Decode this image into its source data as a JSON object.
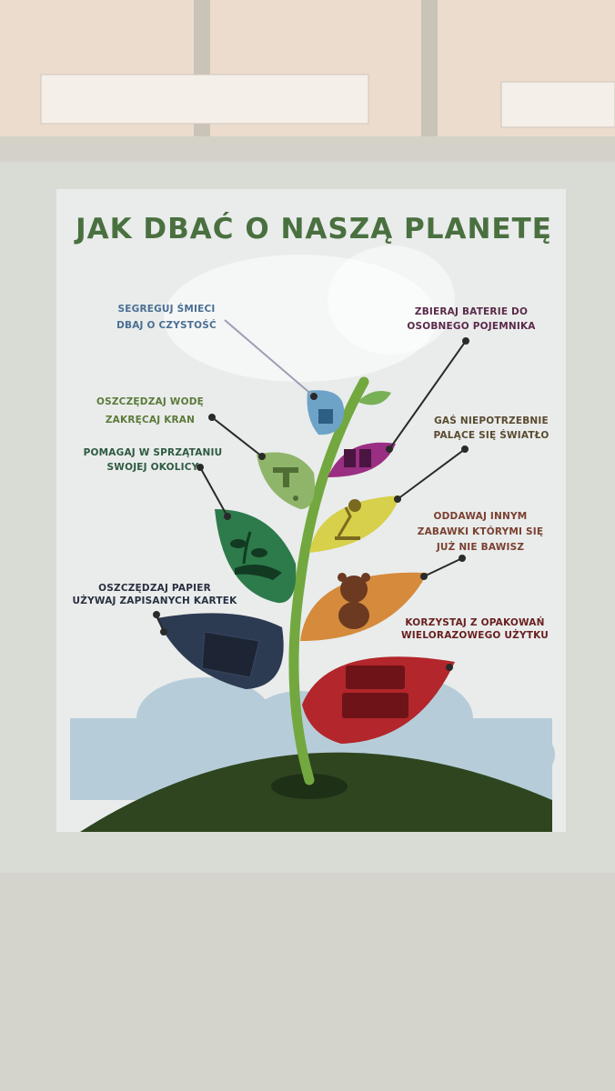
{
  "poster": {
    "title": "JAK DBAĆ O NASZĄ PLANETĘ",
    "tips": [
      {
        "line1": "SEGREGUJ ŚMIECI",
        "line2": "DBAJ O CZYSTOŚĆ",
        "icon": "trash-bin-icon",
        "color": "#4a6f93"
      },
      {
        "line1": "ZBIERAJ BATERIE DO",
        "line2": "OSOBNEGO POJEMNIKA",
        "icon": "battery-icon",
        "color": "#5a2a4a"
      },
      {
        "line1": "OSZCZĘDZAJ WODĘ",
        "line2": "ZAKRĘCAJ KRAN",
        "icon": "water-tap-icon",
        "color": "#5c7a3a"
      },
      {
        "line1": "GAŚ NIEPOTRZEBNIE",
        "line2": "PALĄCE SIĘ ŚWIATŁO",
        "icon": "desk-lamp-icon",
        "color": "#5a4a30"
      },
      {
        "line1": "POMAGAJ W SPRZĄTANIU",
        "line2": "SWOJEJ OKOLICY",
        "icon": "plant-in-hand-icon",
        "color": "#2e5a40"
      },
      {
        "line1": "ODDAWAJ INNYM",
        "line2": "ZABAWKI KTÓRYMI SIĘ",
        "line3": "JUŻ NIE BAWISZ",
        "icon": "teddy-bear-icon",
        "color": "#7a4030"
      },
      {
        "line1": "OSZCZĘDZAJ PAPIER",
        "line2": "UŻYWAJ ZAPISANYCH KARTEK",
        "icon": "paper-sheet-icon",
        "color": "#2a3040"
      },
      {
        "line1": "KORZYSTAJ Z OPAKOWAŃ",
        "line2": "WIELORAZOWEGO UŻYTKU",
        "icon": "food-container-icon",
        "color": "#6a2020"
      }
    ]
  }
}
